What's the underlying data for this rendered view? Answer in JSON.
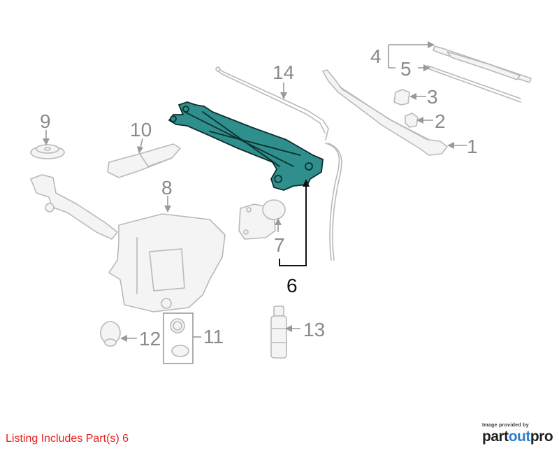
{
  "diagram": {
    "callouts": [
      {
        "id": "1",
        "label": "1"
      },
      {
        "id": "2",
        "label": "2"
      },
      {
        "id": "3",
        "label": "3"
      },
      {
        "id": "4",
        "label": "4"
      },
      {
        "id": "5",
        "label": "5"
      },
      {
        "id": "6",
        "label": "6"
      },
      {
        "id": "7",
        "label": "7"
      },
      {
        "id": "8",
        "label": "8"
      },
      {
        "id": "9",
        "label": "9"
      },
      {
        "id": "10",
        "label": "10"
      },
      {
        "id": "11",
        "label": "11"
      },
      {
        "id": "12",
        "label": "12"
      },
      {
        "id": "13",
        "label": "13"
      },
      {
        "id": "14",
        "label": "14"
      }
    ],
    "highlighted_part": "6"
  },
  "colors": {
    "highlight_fill": "#2f8f8c",
    "highlight_outline": "#0d2f2e",
    "listing_text": "#e8201e",
    "brand_part": "#222222",
    "brand_out": "#2a7fd4",
    "ghost_stroke": "#b9b9b9"
  },
  "listing": {
    "text": "Listing Includes Part(s) 6"
  },
  "credit": {
    "caption": "Image provided by",
    "brand_part": "part",
    "brand_out": "out",
    "brand_pro": "pro"
  }
}
